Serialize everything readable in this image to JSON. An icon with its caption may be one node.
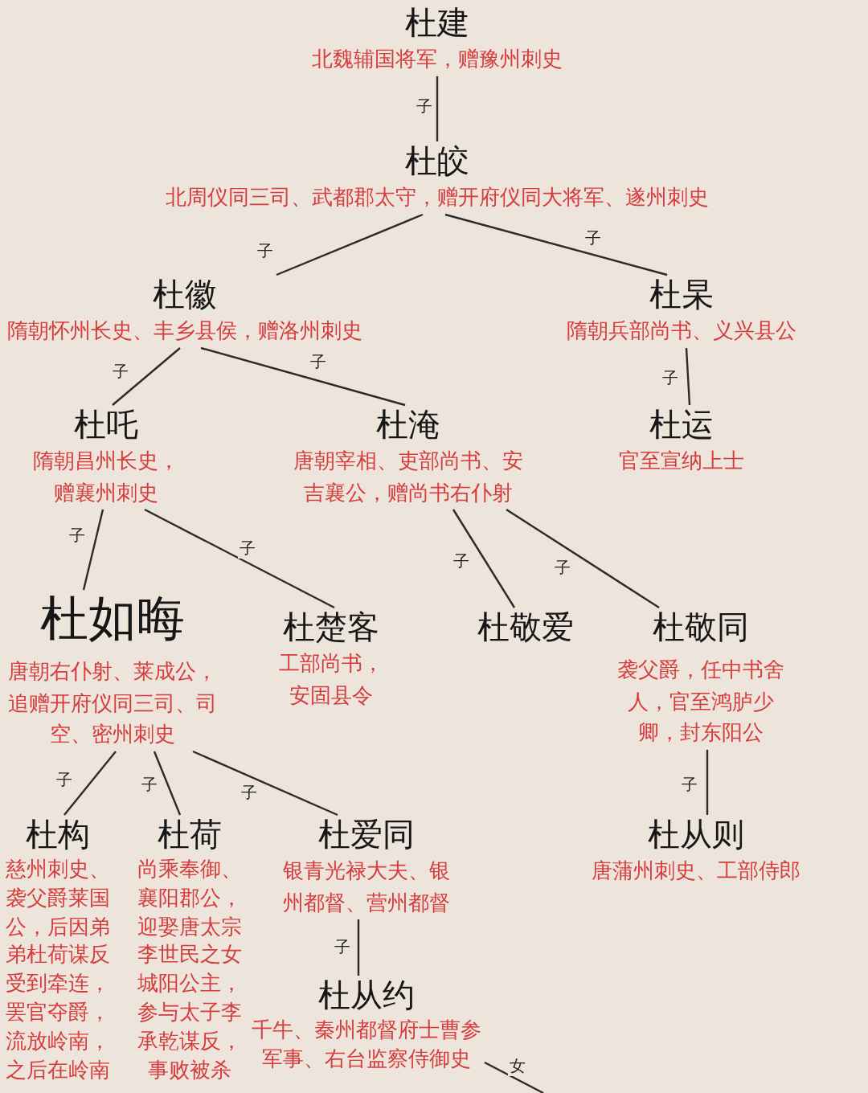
{
  "diagram": {
    "nodes": [
      {
        "text": [
          "杜建",
          "北魏辅国将军，赠豫州刺史"
        ]
      },
      {
        "text": [
          "杜皎",
          "北周仪同三司、武都郡太守，赠开府仪同大将军、遂州刺史"
        ]
      },
      {
        "text": [
          "杜徽",
          "隋朝怀州长史、丰乡县侯，赠洛州刺史"
        ]
      },
      {
        "text": [
          "杜杲",
          "隋朝兵部尚书、义兴县公"
        ]
      },
      {
        "text": [
          "杜吒",
          "隋朝昌州长史，赠襄州刺史"
        ]
      },
      {
        "text": [
          "杜淹",
          "唐朝宰相、吏部尚书、安吉襄公，赠尚书右仆射"
        ]
      },
      {
        "text": [
          "杜运",
          "官至宣纳上士"
        ]
      },
      {
        "text": [
          "杜如晦",
          "唐朝右仆射、莱成公，追赠开府仪同三司、司空、密州刺史"
        ]
      },
      {
        "text": [
          "杜楚客",
          "工部尚书，安固县令"
        ]
      },
      {
        "text": [
          "杜敬爱"
        ]
      },
      {
        "text": [
          "杜敬同",
          "袭父爵，任中书舍人，官至鸿胪少卿，封东阳公"
        ]
      },
      {
        "text": [
          "杜构",
          "慈州刺史、袭父爵莱国公，后因弟弟杜荷谋反受到牵连，罢官夺爵，流放岭南，之后在岭南"
        ]
      },
      {
        "text": [
          "杜荷",
          "尚乘奉御、襄阳郡公，迎娶唐太宗李世民之女城阳公主，参与太子李承乾谋反，事败被杀"
        ]
      },
      {
        "text": [
          "杜爱同",
          "银青光禄大夫、银州都督、营州都督"
        ]
      },
      {
        "text": [
          "杜从则",
          "唐蒲州刺史、工部侍郎"
        ]
      },
      {
        "text": [
          "杜从约",
          "千牛、秦州都督府士曹参军事、右台监察侍御史"
        ]
      }
    ],
    "edges": [
      {
        "from": 0,
        "to": 1,
        "arrow": "none",
        "label": "子"
      },
      {
        "from": 1,
        "to": 2,
        "arrow": "none",
        "label": "子"
      },
      {
        "from": 1,
        "to": 3,
        "arrow": "none",
        "label": "子"
      },
      {
        "from": 2,
        "to": 4,
        "arrow": "none",
        "label": "子"
      },
      {
        "from": 2,
        "to": 5,
        "arrow": "none",
        "label": "子"
      },
      {
        "from": 3,
        "to": 6,
        "arrow": "none",
        "label": "子"
      },
      {
        "from": 4,
        "to": 7,
        "arrow": "none",
        "label": "子"
      },
      {
        "from": 4,
        "to": 8,
        "arrow": "none",
        "label": "子"
      },
      {
        "from": 5,
        "to": 9,
        "arrow": "none",
        "label": "子"
      },
      {
        "from": 5,
        "to": 10,
        "arrow": "none",
        "label": "子"
      },
      {
        "from": 7,
        "to": 11,
        "arrow": "none",
        "label": "子"
      },
      {
        "from": 7,
        "to": 12,
        "arrow": "none",
        "label": "子"
      },
      {
        "from": 7,
        "to": 13,
        "arrow": "none",
        "label": "子"
      },
      {
        "from": 10,
        "to": 14,
        "arrow": "none",
        "label": "子"
      },
      {
        "from": 13,
        "to": 15,
        "arrow": "none",
        "label": "子"
      },
      {
        "from": 15,
        "to": null,
        "arrow": "none",
        "label": "女"
      }
    ]
  }
}
